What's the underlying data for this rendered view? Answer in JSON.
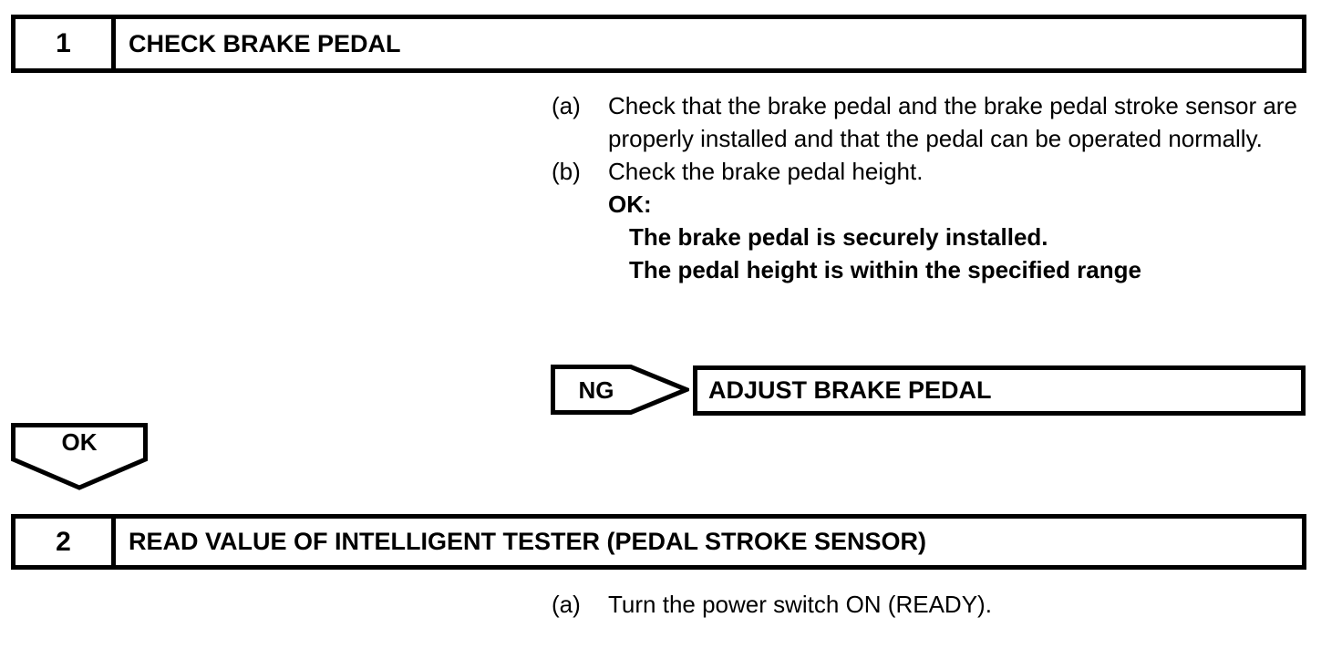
{
  "document": {
    "type": "diagnostic-flowchart",
    "colors": {
      "ink": "#000000",
      "background": "#ffffff"
    }
  },
  "steps": [
    {
      "number": "1",
      "title": "CHECK BRAKE PEDAL",
      "instructions": [
        {
          "marker": "(a)",
          "text": "Check that the brake pedal and the brake pedal stroke sensor are properly installed and that the pedal can be operated normally."
        },
        {
          "marker": "(b)",
          "text": "Check the brake pedal height."
        }
      ],
      "result_label": "OK:",
      "result_lines": [
        "The brake pedal is securely installed.",
        "The pedal height is within the specified range"
      ]
    },
    {
      "number": "2",
      "title": "READ VALUE OF INTELLIGENT TESTER (PEDAL STROKE SENSOR)",
      "instructions": [
        {
          "marker": "(a)",
          "text": "Turn the power switch ON (READY)."
        }
      ]
    }
  ],
  "branches": {
    "ng": {
      "label": "NG",
      "target": "ADJUST BRAKE PEDAL"
    },
    "ok": {
      "label": "OK"
    }
  }
}
